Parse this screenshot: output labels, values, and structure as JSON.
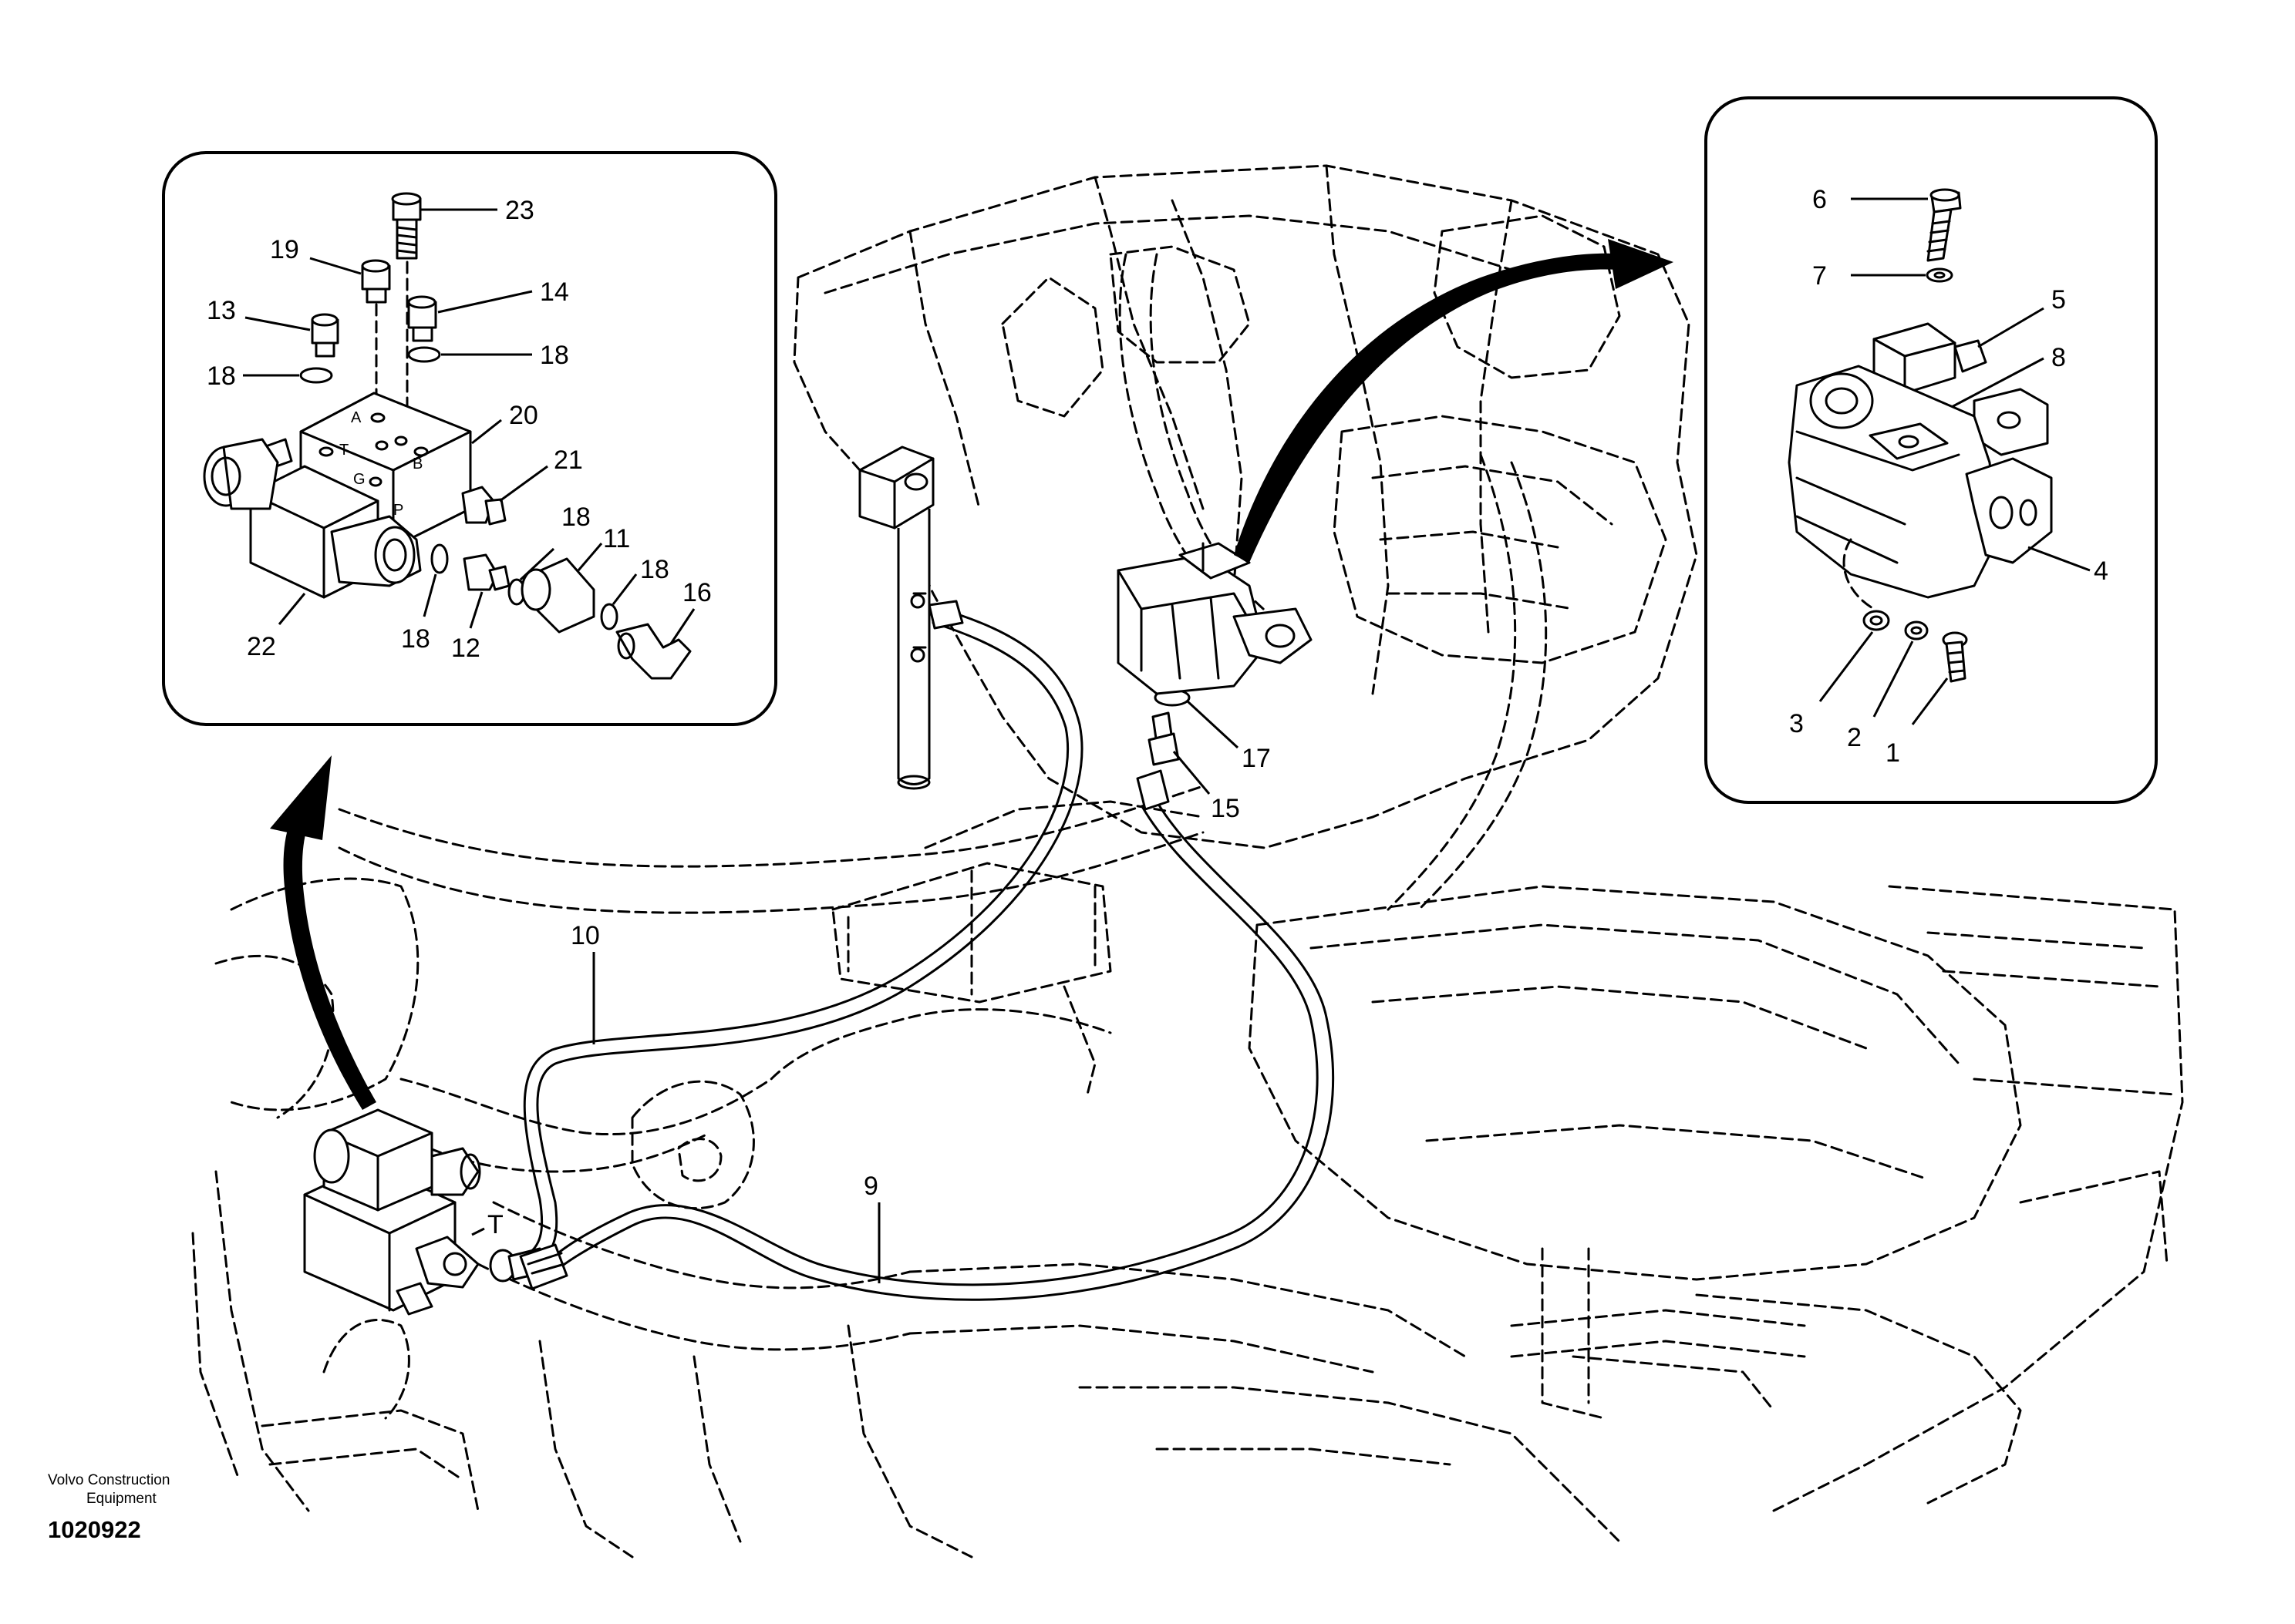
{
  "footer": {
    "brand_line1": "Volvo Construction",
    "brand_line2": "Equipment",
    "doc_number": "1020922"
  },
  "callouts": {
    "c1": "1",
    "c2": "2",
    "c3": "3",
    "c4": "4",
    "c5": "5",
    "c6": "6",
    "c7": "7",
    "c8": "8",
    "c9": "9",
    "c10": "10",
    "c11": "11",
    "c12": "12",
    "c13": "13",
    "c14": "14",
    "c15": "15",
    "c16": "16",
    "c17": "17",
    "c18a": "18",
    "c18b": "18",
    "c18c": "18",
    "c18d": "18",
    "c18e": "18",
    "c19": "19",
    "c20": "20",
    "c21": "21",
    "c22": "22",
    "c23": "23"
  },
  "port_labels": {
    "A": "A",
    "T": "T",
    "G": "G",
    "B": "B",
    "P": "P",
    "T_main": "T"
  }
}
